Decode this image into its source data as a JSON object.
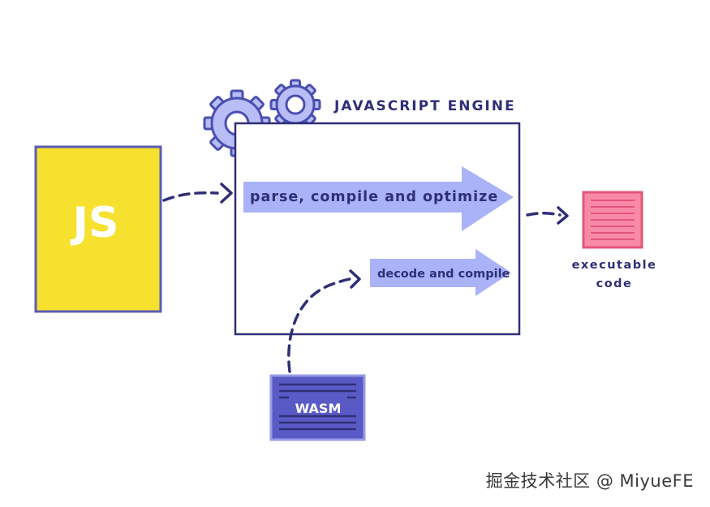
{
  "engine": {
    "title": "JAVASCRIPT ENGINE"
  },
  "arrows": {
    "parse_label": "parse, compile and optimize",
    "decode_label": "decode and compile"
  },
  "inputs": {
    "js_label": "JS",
    "wasm_label": "WASM"
  },
  "output": {
    "label_line1": "executable",
    "label_line2": "code"
  },
  "watermark": "掘金技术社区 @ MiyueFE",
  "icons": {
    "gears": "gears-icon",
    "js_file": "js-file-icon",
    "wasm_file": "wasm-file-icon",
    "executable": "executable-code-icon"
  },
  "colors": {
    "navy": "#2f2f78",
    "js_yellow": "#f6e12f",
    "js_border": "#5b5bb5",
    "gear_fill": "#b8bdf5",
    "gear_stroke": "#4a4fb0",
    "arrow_fill": "#aab2f8",
    "wasm_fill": "#5a5ac6",
    "exec_pink": "#f88aa6",
    "exec_border": "#e3557a"
  }
}
